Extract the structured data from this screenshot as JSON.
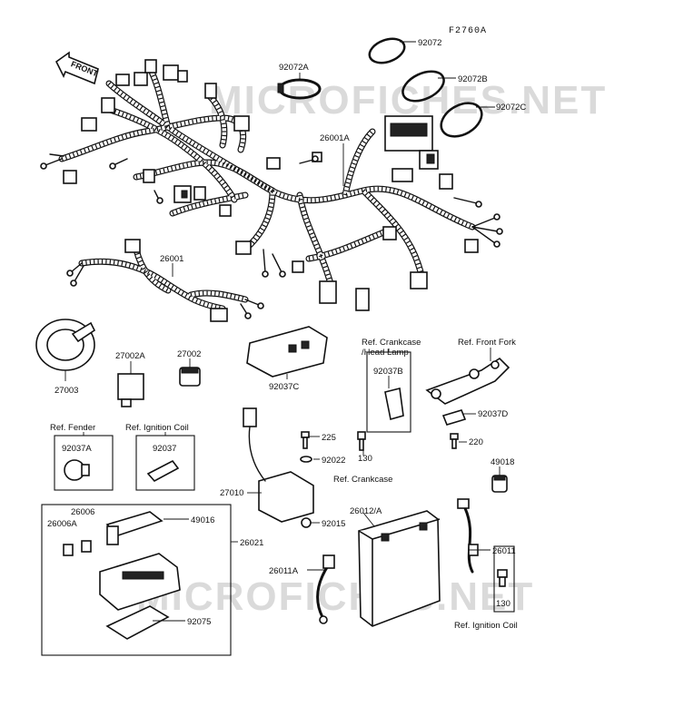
{
  "figure_code": "F2760A",
  "front_arrow_label": "FRONT",
  "watermark": "MICROFICHES.NET",
  "parts": {
    "p92072": "92072",
    "p92072A": "92072A",
    "p92072B": "92072B",
    "p92072C": "92072C",
    "p26001A": "26001A",
    "p26001": "26001",
    "p27003": "27003",
    "p27002A": "27002A",
    "p27002": "27002",
    "p92037C": "92037C",
    "p92037B": "92037B",
    "p92037D": "92037D",
    "p92037A": "92037A",
    "p92037": "92037",
    "p225": "225",
    "p92022": "92022",
    "p130a": "130",
    "p220": "220",
    "p49018": "49018",
    "p27010": "27010",
    "p92015": "92015",
    "p26006": "26006",
    "p26006A": "26006A",
    "p49016": "49016",
    "p26021": "26021",
    "p92075": "92075",
    "p26012A": "26012/A",
    "p26011": "26011",
    "p26011A": "26011A",
    "p130b": "130"
  },
  "refs": {
    "crankcase_headlamp_1": "Ref. Crankcase",
    "crankcase_headlamp_2": "/Head Lamp",
    "front_fork": "Ref. Front Fork",
    "fender": "Ref. Fender",
    "ignition_coil_1": "Ref. Ignition Coil",
    "crankcase": "Ref. Crankcase",
    "ignition_coil_2": "Ref. Ignition Coil"
  }
}
